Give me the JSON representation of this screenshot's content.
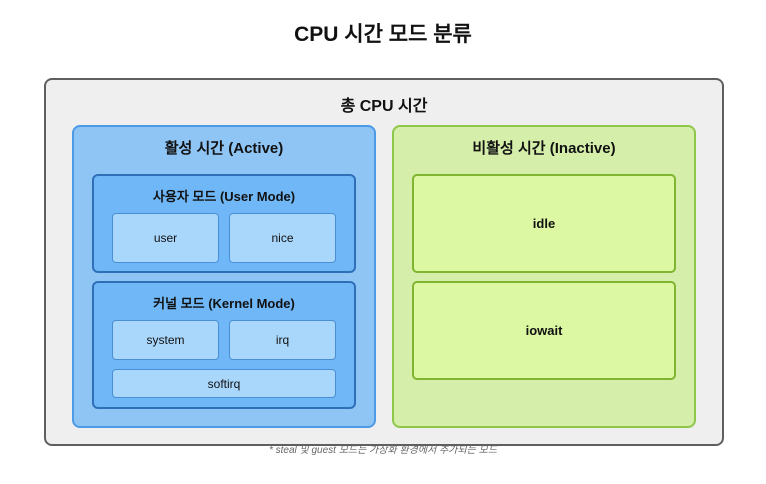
{
  "diagram": {
    "title": "CPU 시간 모드 분류",
    "total": {
      "label": "총 CPU 시간"
    },
    "active": {
      "label": "활성 시간 (Active)",
      "user_mode": {
        "label": "사용자 모드 (User Mode)",
        "items": [
          "user",
          "nice"
        ]
      },
      "kernel_mode": {
        "label": "커널 모드 (Kernel Mode)",
        "items": [
          "system",
          "irq",
          "softirq"
        ]
      }
    },
    "inactive": {
      "label": "비활성 시간 (Inactive)",
      "items": [
        "idle",
        "iowait"
      ]
    },
    "footnote": "* steal 및 guest 모드는 가상화 환경에서 추가되는 모드"
  },
  "colors": {
    "active_fill": "#8ec5f5",
    "active_border": "#4d9be6",
    "group_fill": "#6fb7f6",
    "leaf_fill": "#a9d6fb",
    "inactive_fill": "#d5eeaa",
    "inactive_border": "#8fc74a",
    "inactive_leaf_fill": "#dcf8a3"
  }
}
